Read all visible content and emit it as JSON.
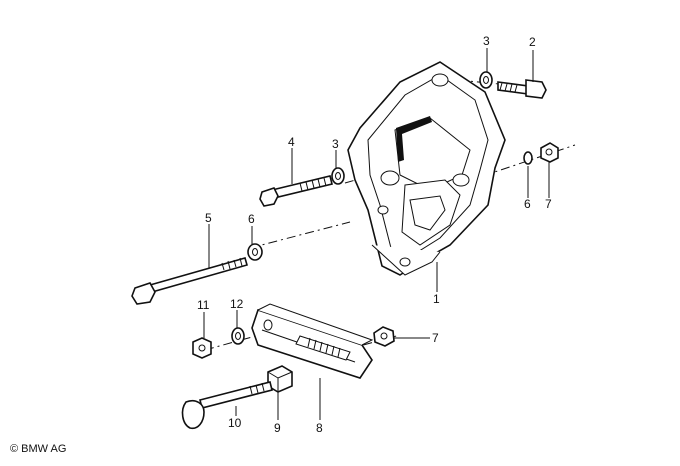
{
  "diagram": {
    "callouts": [
      {
        "id": "c1",
        "text": "1"
      },
      {
        "id": "c2",
        "text": "2"
      },
      {
        "id": "c3a",
        "text": "3"
      },
      {
        "id": "c3b",
        "text": "3"
      },
      {
        "id": "c4",
        "text": "4"
      },
      {
        "id": "c5",
        "text": "5"
      },
      {
        "id": "c6a",
        "text": "6"
      },
      {
        "id": "c6b",
        "text": "6"
      },
      {
        "id": "c7a",
        "text": "7"
      },
      {
        "id": "c7b",
        "text": "7"
      },
      {
        "id": "c8",
        "text": "8"
      },
      {
        "id": "c9",
        "text": "9"
      },
      {
        "id": "c10",
        "text": "10"
      },
      {
        "id": "c11",
        "text": "11"
      },
      {
        "id": "c12",
        "text": "12"
      }
    ]
  },
  "footer": {
    "copyright": "© BMW AG"
  }
}
